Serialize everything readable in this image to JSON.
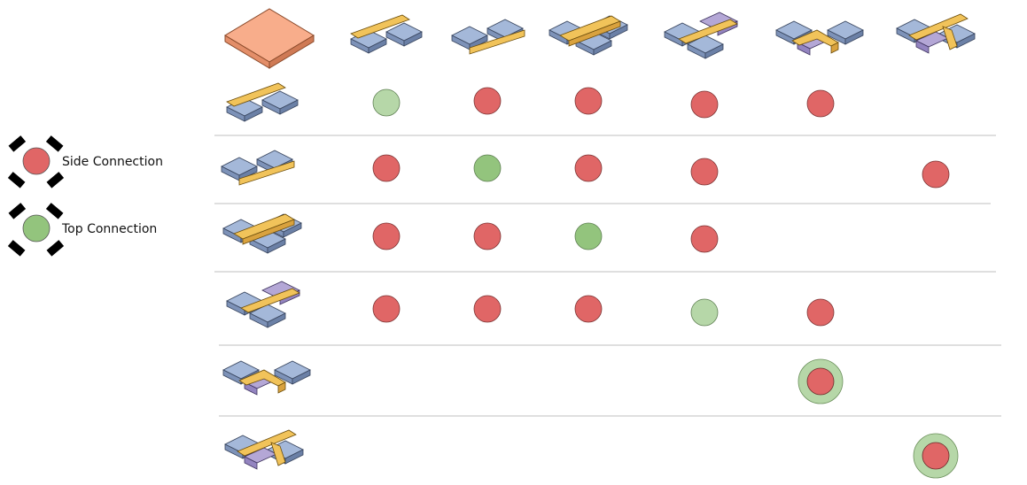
{
  "legend": {
    "side_label": "Side Connection",
    "top_label": "Top Connection"
  },
  "colors": {
    "side": "#e06666",
    "top": "#93c47d",
    "top_light": "#b6d7a8",
    "blue": "#a4b8d9",
    "yellow": "#f1c35a",
    "purple": "#b4a7d6",
    "orange": "#f8ad8b",
    "divider": "#bfbfbf"
  },
  "columns": [
    "plate",
    "two-panel-a",
    "two-panel-b",
    "three-panel-cross",
    "four-panel-purple",
    "step-purple-a",
    "step-purple-b"
  ],
  "rows": [
    "two-panel-a",
    "two-panel-b",
    "three-panel-cross",
    "four-panel-purple",
    "step-purple-a",
    "step-purple-b"
  ],
  "matrix": [
    {
      "row": 0,
      "col": 1,
      "type": "top",
      "shade": "light"
    },
    {
      "row": 0,
      "col": 2,
      "type": "side"
    },
    {
      "row": 0,
      "col": 3,
      "type": "side"
    },
    {
      "row": 0,
      "col": 4,
      "type": "side"
    },
    {
      "row": 0,
      "col": 5,
      "type": "side"
    },
    {
      "row": 1,
      "col": 1,
      "type": "side"
    },
    {
      "row": 1,
      "col": 2,
      "type": "top"
    },
    {
      "row": 1,
      "col": 3,
      "type": "side"
    },
    {
      "row": 1,
      "col": 4,
      "type": "side"
    },
    {
      "row": 1,
      "col": 6,
      "type": "side"
    },
    {
      "row": 2,
      "col": 1,
      "type": "side"
    },
    {
      "row": 2,
      "col": 2,
      "type": "side"
    },
    {
      "row": 2,
      "col": 3,
      "type": "top"
    },
    {
      "row": 2,
      "col": 4,
      "type": "side"
    },
    {
      "row": 3,
      "col": 1,
      "type": "side"
    },
    {
      "row": 3,
      "col": 2,
      "type": "side"
    },
    {
      "row": 3,
      "col": 3,
      "type": "side"
    },
    {
      "row": 3,
      "col": 4,
      "type": "top",
      "shade": "light"
    },
    {
      "row": 3,
      "col": 5,
      "type": "side"
    },
    {
      "row": 4,
      "col": 5,
      "type": "both"
    },
    {
      "row": 5,
      "col": 6,
      "type": "both"
    }
  ]
}
